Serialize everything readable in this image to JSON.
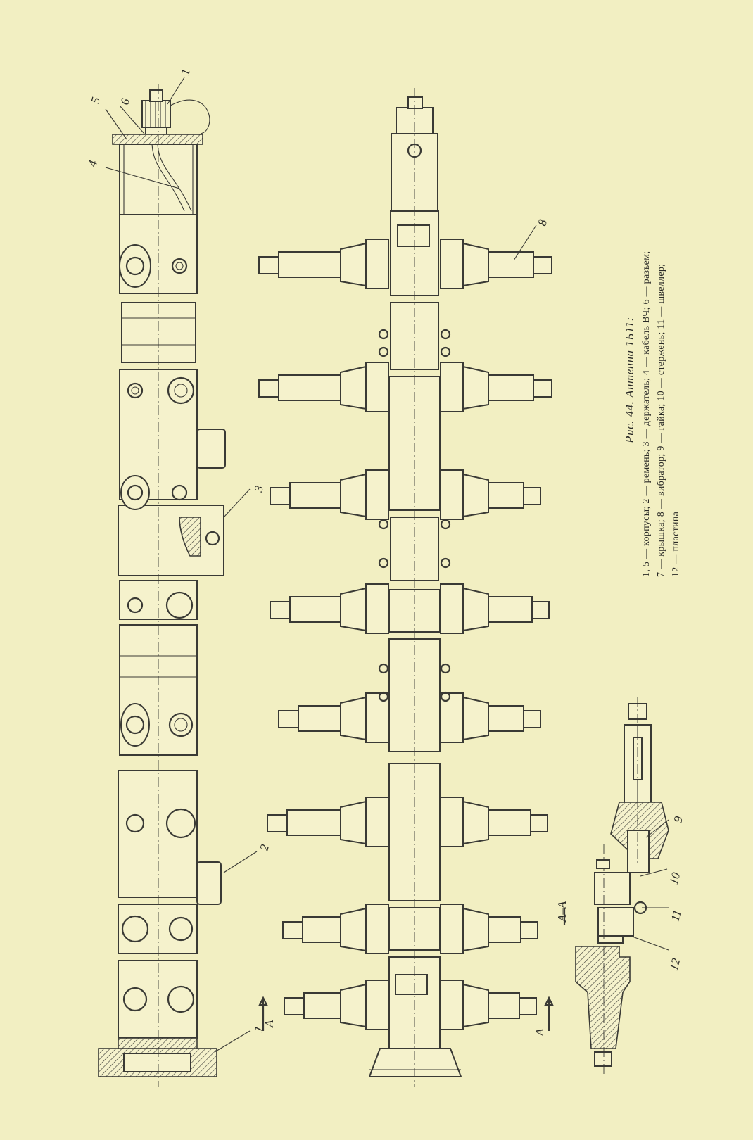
{
  "figure": {
    "title": "Рис. 44. Антенна 1Б11:",
    "legend_lines": [
      "1, 5 — корпусы; 2 — ремень; 3 — держатель; 4 — кабель ВЧ; 6 — разъем;",
      "7 — крышка; 8 — вибратор; 9 — гайка; 10 — стержень; 11 — швеллер;",
      "12 — пластина"
    ],
    "section_label": "А–А",
    "section_marks": [
      "А",
      "А"
    ],
    "callouts": [
      "1",
      "2",
      "3",
      "4",
      "5",
      "6",
      "7",
      "8",
      "9",
      "10",
      "11",
      "12"
    ]
  }
}
